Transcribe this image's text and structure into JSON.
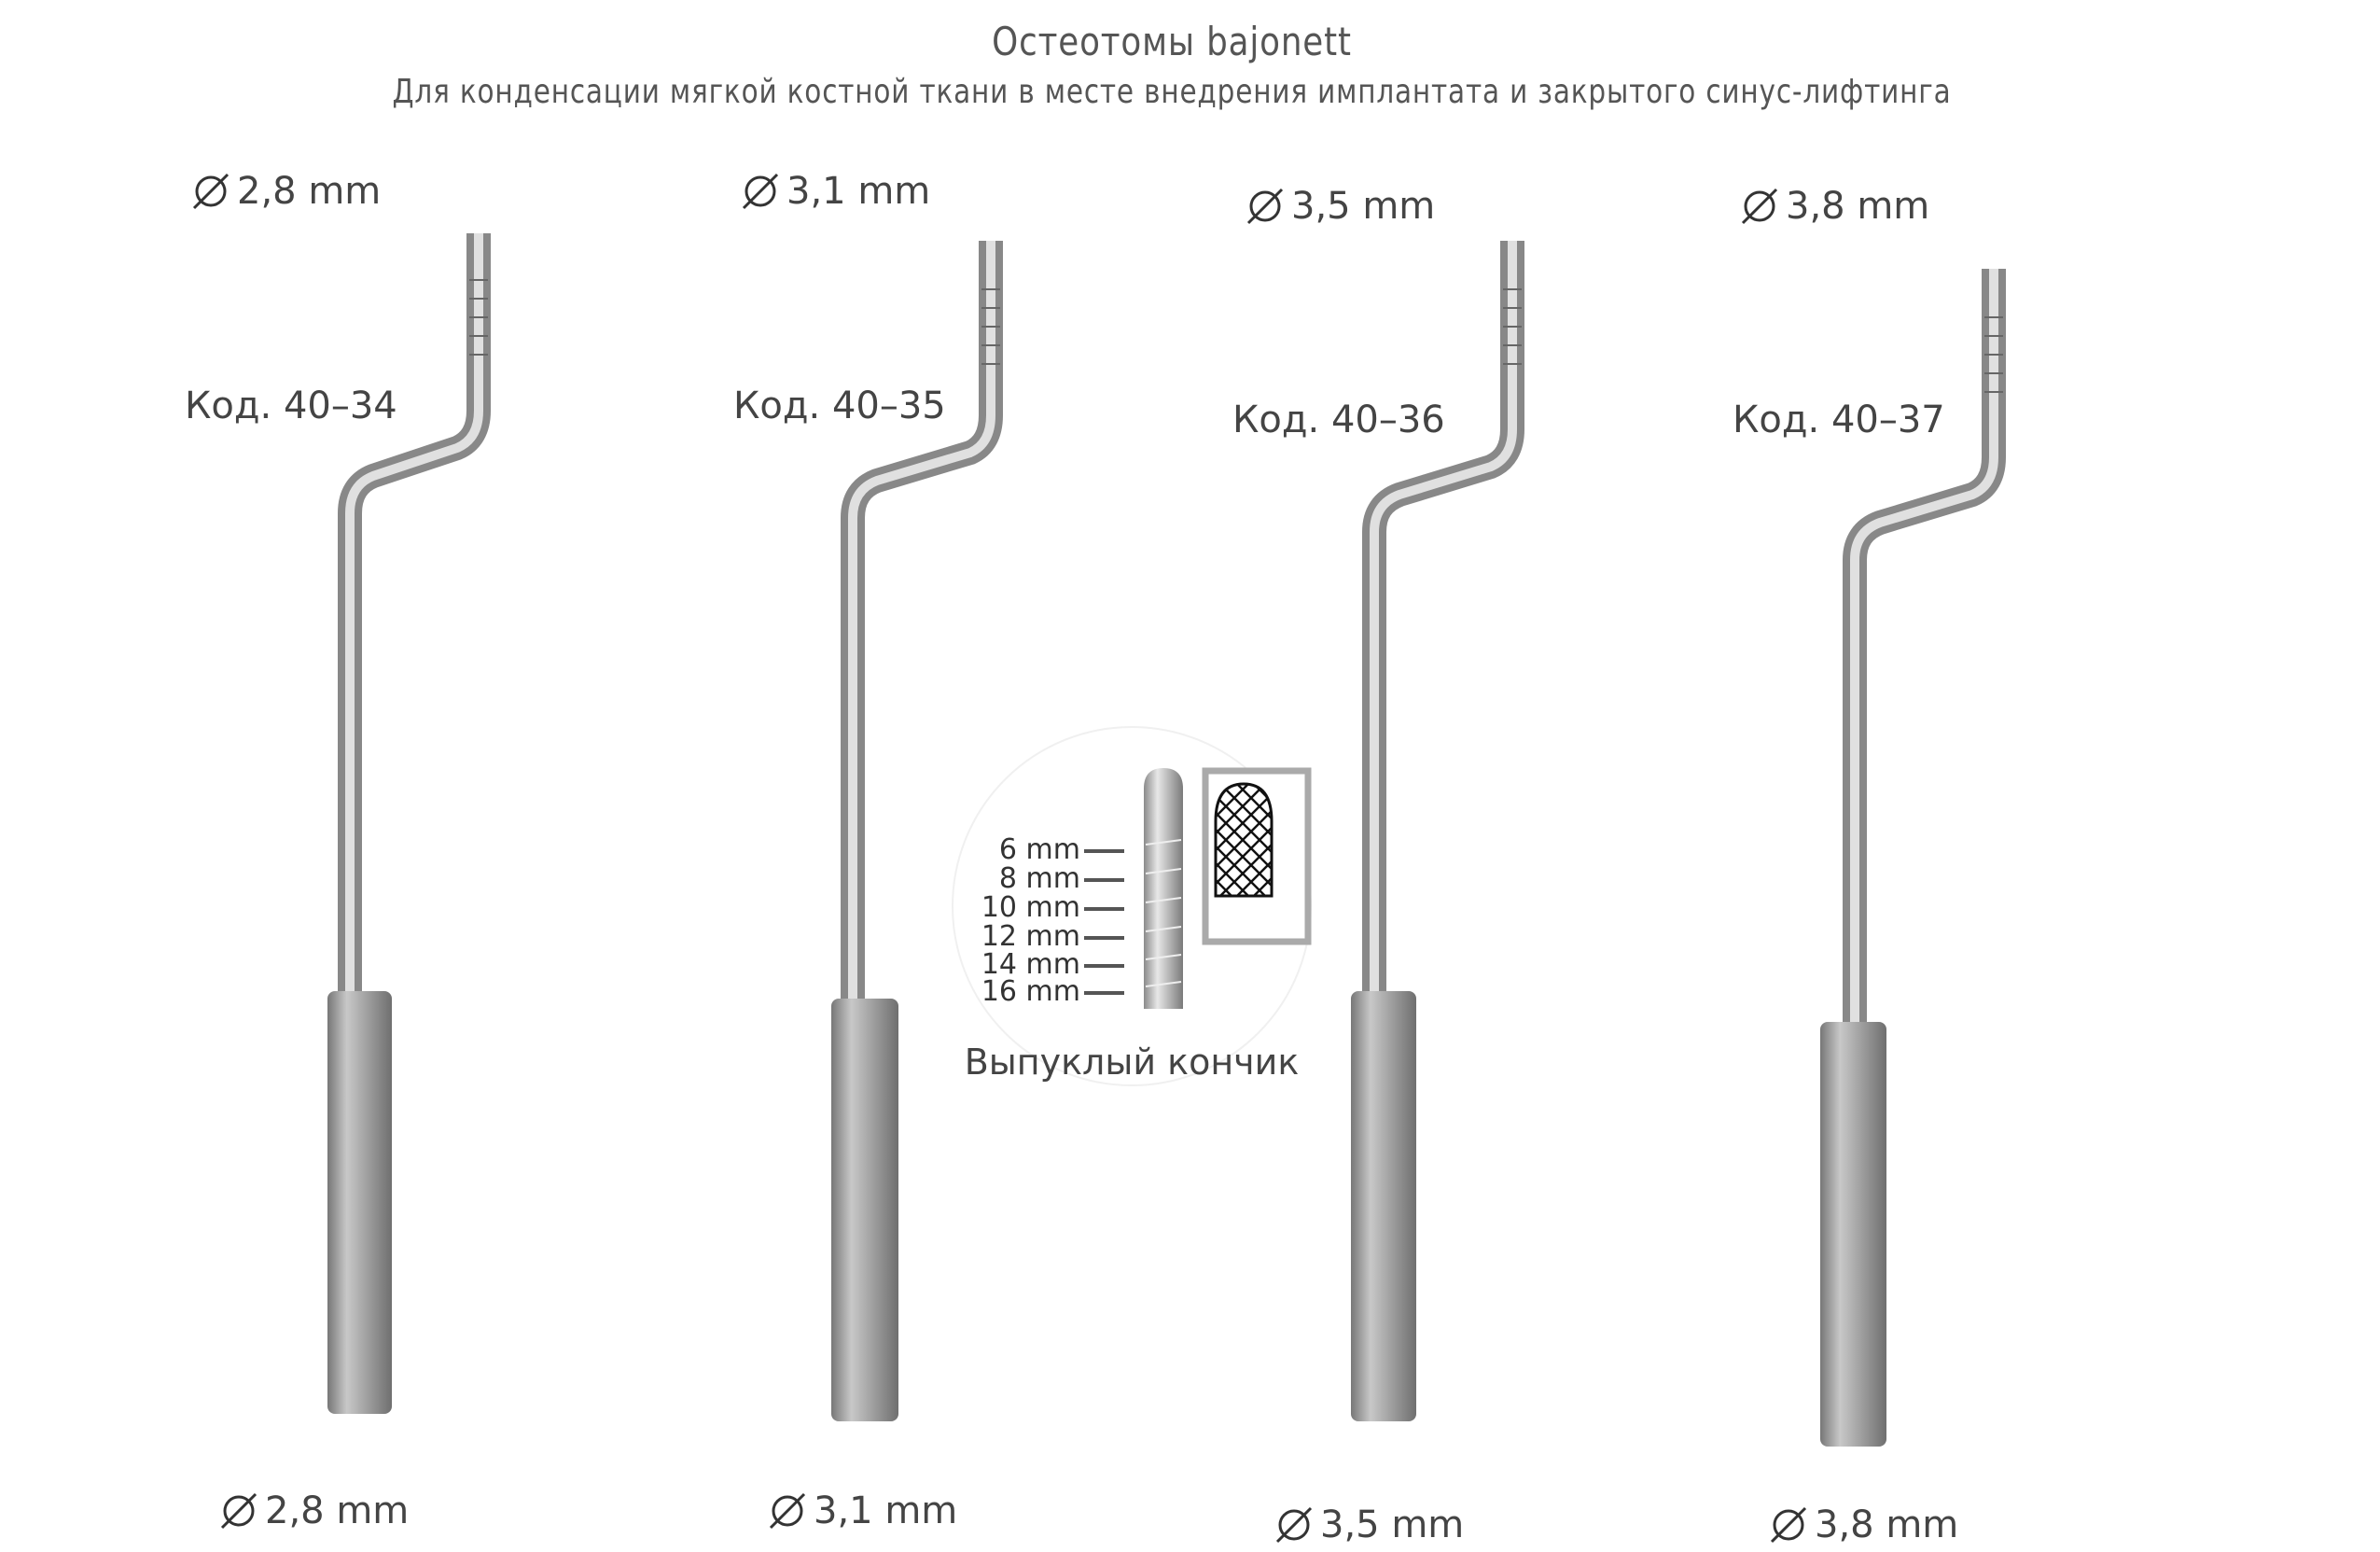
{
  "header": {
    "title": "Остеотомы bajonett",
    "subtitle": "Для конденсации мягкой костной ткани в месте внедрения имплантата и закрытого синус-лифтинга"
  },
  "instruments": [
    {
      "diameter_top": "2,8 mm",
      "code": "Код. 40–34",
      "diameter_bottom": "2,8 mm"
    },
    {
      "diameter_top": "3,1 mm",
      "code": "Код. 40–35",
      "diameter_bottom": "3,1 mm"
    },
    {
      "diameter_top": "3,5 mm",
      "code": "Код. 40–36",
      "diameter_bottom": "3,5 mm"
    },
    {
      "diameter_top": "3,8 mm",
      "code": "Код. 40–37",
      "diameter_bottom": "3,8 mm"
    }
  ],
  "inset": {
    "depth_marks": [
      "6 mm",
      "8 mm",
      "10 mm",
      "12 mm",
      "14 mm",
      "16 mm"
    ],
    "caption": "Выпуклый кончик"
  },
  "colors": {
    "metal": "#b8b8b8",
    "frame": "#aaaaaa",
    "text": "#444444"
  }
}
